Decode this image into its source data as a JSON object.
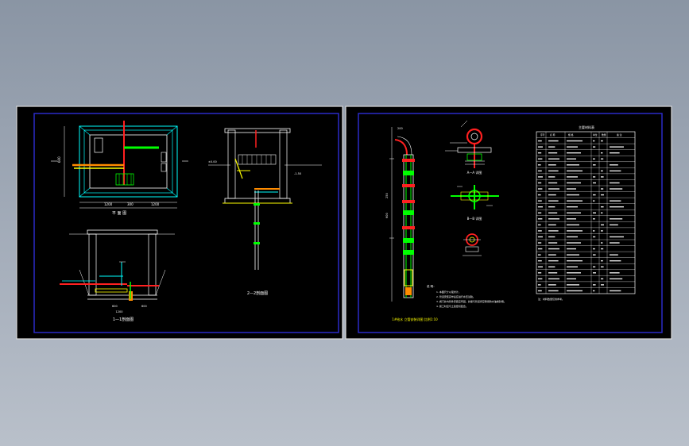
{
  "drawing": {
    "left_sheet": {
      "plan_view": {
        "title": "平 面 图",
        "dims": [
          "1200",
          "300",
          "1200",
          "600"
        ]
      },
      "section_1_1": {
        "title": "1—1剖面图",
        "dims": [
          "600",
          "600",
          "1200"
        ]
      },
      "section_2_2": {
        "title": "2—2剖面图",
        "label_top": "±0.00",
        "label_low": "-1.50"
      }
    },
    "right_sheet": {
      "riser_detail": {
        "title": "1#给水  立管安装详图  比例1:10",
        "dims": [
          "200",
          "250",
          "600"
        ]
      },
      "detail_a": {
        "title": "A—A 详图"
      },
      "detail_b": {
        "title": "B—B 详图"
      },
      "notes": {
        "heading": "说 明：",
        "lines": [
          "1. 本图尺寸以毫米计。",
          "2. 管道安装完毕后应进行水压试验。",
          "3. 阀门井内管件安装应牢固，井壁与管道间空隙用防水油膏封填。",
          "4. 施工时应与土建密切配合。"
        ]
      },
      "materials_table": {
        "title": "主要材料表",
        "headers": [
          "序号",
          "名 称",
          "规 格",
          "单位",
          "数量",
          "备 注"
        ],
        "rows": 26,
        "footer": "注：材料数量仅供参考。"
      }
    }
  },
  "colors": {
    "frame_blue": "#2a2ac8",
    "line_white": "#ffffff",
    "cyan": "#00ffff",
    "green": "#00ff00",
    "yellow": "#ffff00",
    "red": "#ff2020",
    "orange": "#ff8c00",
    "magenta": "#ff40ff"
  }
}
